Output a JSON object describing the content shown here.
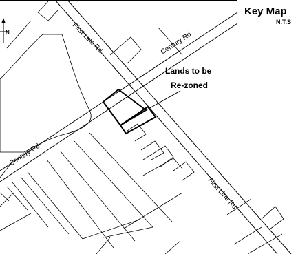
{
  "map": {
    "title": "Key Map",
    "scale_note": "N.T.S",
    "north_label": "N",
    "callout": {
      "line1": "Lands to be",
      "line2": "Re-zoned"
    },
    "roads": {
      "first_line_north": "First Line Rd",
      "first_line_south": "First Line Rd",
      "century_east": "Century Rd",
      "century_west": "Century Rd"
    },
    "colors": {
      "linework": "#000000",
      "background": "#ffffff"
    },
    "icons": [
      "north-arrow-icon"
    ]
  }
}
